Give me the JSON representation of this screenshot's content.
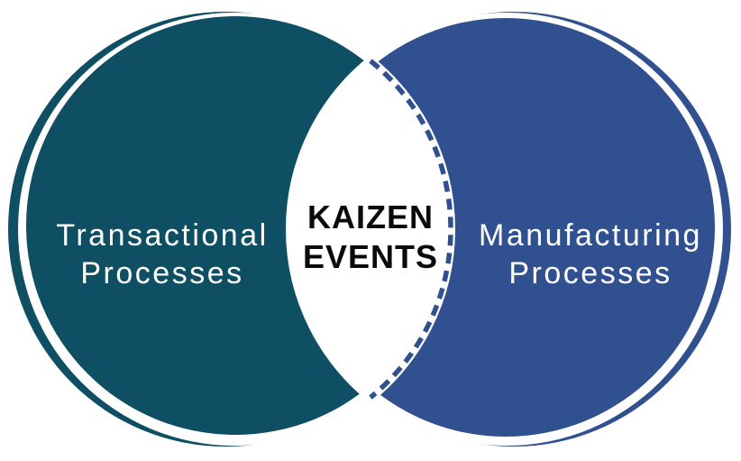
{
  "colors": {
    "teal": "#0E4F63",
    "blue": "#31508F",
    "white": "#FFFFFF",
    "overlap_text": "#0A0A0A",
    "label_text": "#FFFFFF"
  },
  "venn": {
    "left_set": {
      "lines": [
        "Transactional",
        "Processes"
      ]
    },
    "right_set": {
      "lines": [
        "Manufacturing",
        "Processes"
      ]
    },
    "overlap": {
      "lines": [
        "KAIZEN",
        "EVENTS"
      ]
    }
  }
}
